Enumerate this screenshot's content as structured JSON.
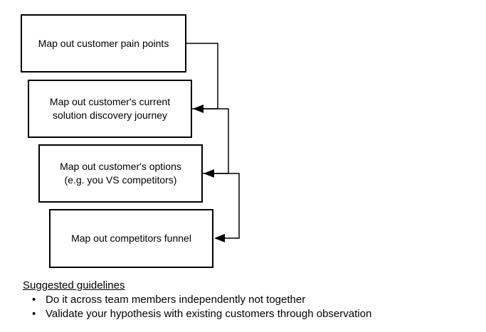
{
  "diagram": {
    "steps": [
      {
        "label": "Map out customer pain points"
      },
      {
        "label": "Map out customer's current\nsolution discovery journey"
      },
      {
        "label": "Map out customer's options\n(e.g. you VS competitors)"
      },
      {
        "label": "Map out competitors funnel"
      }
    ],
    "connections": [
      {
        "from": 0,
        "to": 1
      },
      {
        "from": 1,
        "to": 2
      },
      {
        "from": 2,
        "to": 3
      }
    ]
  },
  "guidelines": {
    "title": "Suggested guidelines",
    "items": [
      "Do it across team members independently not together",
      "Validate your hypothesis with existing customers through observation"
    ]
  }
}
